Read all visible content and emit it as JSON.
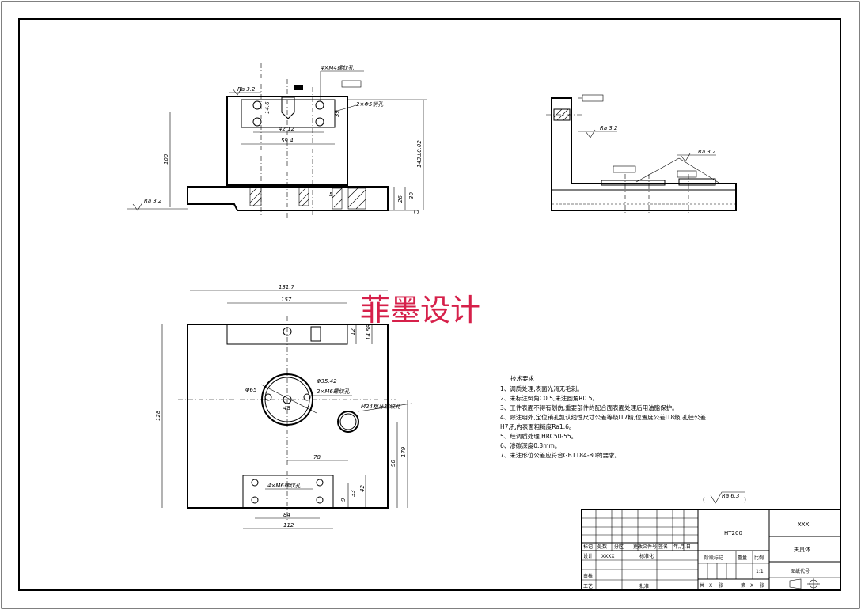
{
  "watermark": "菲墨设计",
  "front_view": {
    "dims": {
      "thread_holes": "4×M4螺纹孔",
      "pin_holes": "2×Φ5销孔",
      "d_42_12": "42.12",
      "d_59_4": "59.4",
      "d_14_6": "14.6",
      "d_39": "39",
      "d_100": "100",
      "d_143": "143±0.02",
      "d_26": "26",
      "d_30": "30",
      "d_5": "5",
      "ra_top": "Ra 3.2",
      "ra_left": "Ra 3.2"
    }
  },
  "side_view": {
    "dims": {
      "ra_a": "Ra 3.2",
      "ra_b": "Ra 3.2"
    }
  },
  "top_view": {
    "dims": {
      "d_131_7": "131.7",
      "d_157": "157",
      "d_12": "12",
      "d_14_58": "14.58",
      "d_phi_35_42": "Φ35.42",
      "d_phi_65": "Φ65",
      "pin_holes2": "2×M6螺纹孔",
      "d_48": "48",
      "m24_hole": "M24粗牙螺纹孔",
      "d_128": "128",
      "d_78": "78",
      "d_90": "90",
      "d_179": "179",
      "thread_holes2": "4×M6螺纹孔",
      "d_84": "84",
      "d_112": "112",
      "d_9": "9",
      "d_33": "33",
      "d_42": "42"
    }
  },
  "requirements": {
    "title": "技术要求",
    "lines": [
      "1、调质处理,表面光滑无毛刺。",
      "2、未标注倒角C0.5,未注圆角R0.5。",
      "3、工件表面不得有划伤,重要部件的配合面表面处理后用油脂保护。",
      "4、除注明外,定位销孔凯认线性尺寸公差等级IT7精,位置度公差IT8级,孔径公差",
      "H7,孔内表面粗糙度Ra1.6。",
      "5、经调质处理,HRC50-55。",
      "6、渗碳深度0.3mm。",
      "7、未注形位公差应符合GB1184-80的要求。"
    ],
    "roughness": "Ra 6.3"
  },
  "title_block": {
    "material": "HT200",
    "company": "XXX",
    "part_name": "夹具体",
    "drawing_no": "图纸代号",
    "mark": "标记",
    "count": "处数",
    "zone": "分区",
    "change_doc": "更改文件号",
    "sign": "签名",
    "date": "年,月,日",
    "design": "设计",
    "designer": "XXXX",
    "standard": "标准化",
    "stage": "阶段标记",
    "weight": "重量",
    "scale_label": "比例",
    "scale": "1:1",
    "review": "审核",
    "process": "工艺",
    "approve": "批准",
    "total": "共",
    "sheets": "张",
    "page": "第",
    "sheet_x": "X"
  }
}
